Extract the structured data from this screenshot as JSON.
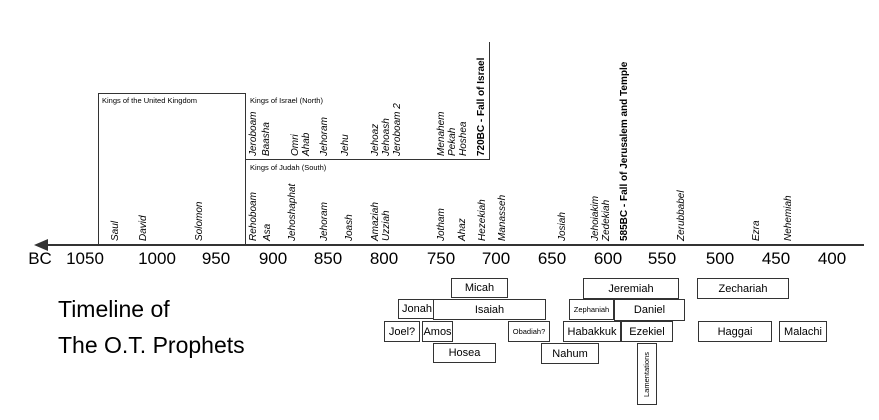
{
  "title_lines": [
    "Timeline of",
    "The O.T. Prophets"
  ],
  "axis": {
    "unit": "BC",
    "ticks": [
      "1050",
      "1000",
      "950",
      "900",
      "850",
      "800",
      "750",
      "700",
      "650",
      "600",
      "550",
      "500",
      "450",
      "400"
    ]
  },
  "regions": {
    "united": "Kings of the United Kingdom",
    "israel": "Kings of Israel (North)",
    "judah": "Kings of Judah (South)"
  },
  "united_kings": [
    "Saul",
    "David",
    "Solomon"
  ],
  "israel_kings": [
    "Jeroboam",
    "Baasha",
    "Omri",
    "Ahab",
    "Jehoram",
    "Jehu",
    "Jehoaz",
    "Jehoash",
    "Jeroboam 2",
    "Menahem",
    "Pekah",
    "Hoshea",
    "720BC - Fall of Israel"
  ],
  "judah_kings": [
    "Rehoboam",
    "Asa",
    "Jehoshaphat",
    "Jehoram",
    "Joash",
    "Amaziah",
    "Uzziah",
    "Jotham",
    "Ahaz",
    "Hezekiah",
    "Manasseh",
    "Josiah",
    "Jehoiakim",
    "Zedekiah",
    "585BC - Fall of Jerusalem and Temple",
    "Zerubbabel",
    "Ezra",
    "Nehemiah"
  ],
  "prophets": [
    "Micah",
    "Jonah",
    "Isaiah",
    "Joel?",
    "Amos",
    "Obadiah?",
    "Hosea",
    "Jeremiah",
    "Zephaniah",
    "Daniel",
    "Habakkuk",
    "Ezekiel",
    "Nahum",
    "Lamentations",
    "Zechariah",
    "Haggai",
    "Malachi"
  ],
  "colors": {
    "line": "#333333",
    "text": "#000000"
  }
}
